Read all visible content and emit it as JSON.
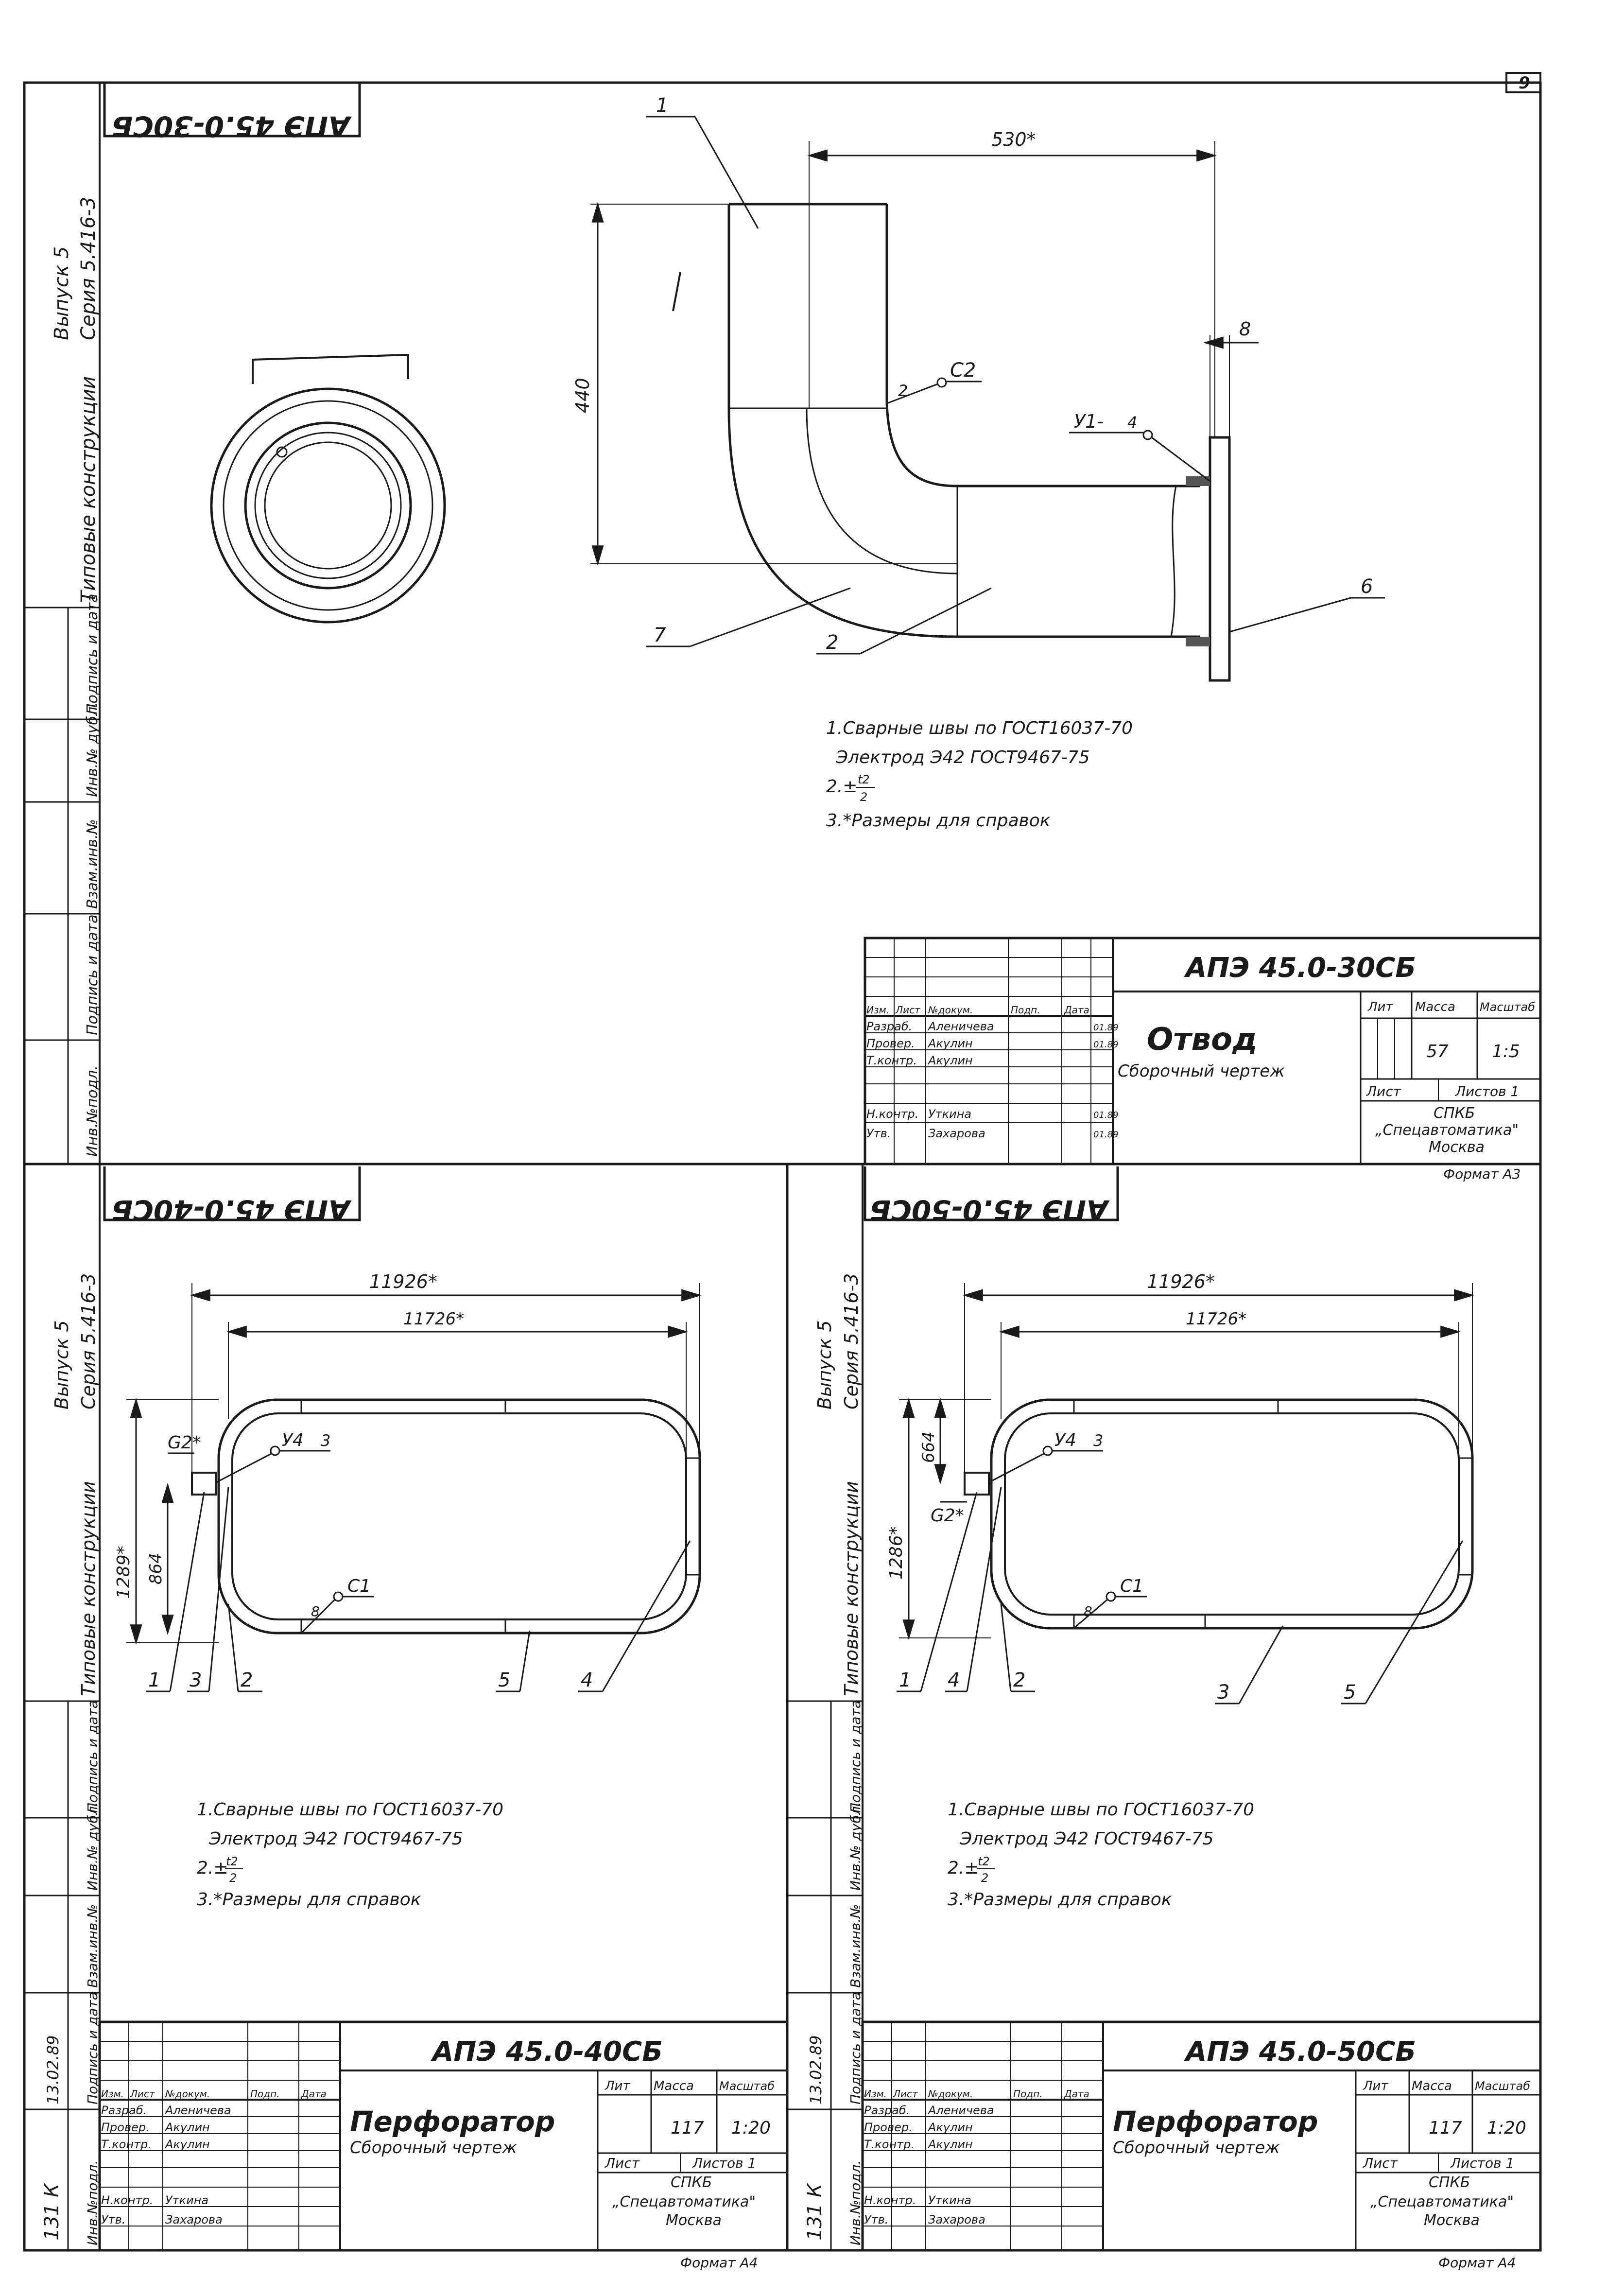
{
  "page_number": "9",
  "side_strip": {
    "series": "Серия 5.416-3",
    "issue": "Выпуск 5",
    "typical": "Типовые конструкции",
    "cells": [
      "Подпись и дата",
      "Инв.№ дубл.",
      "Взам.инв.№",
      "Подпись и дата",
      "Инв.№подл."
    ]
  },
  "sheet_a3": {
    "code_stamp": "АПЭ 45.0-30СБ",
    "dims": {
      "width": "530*",
      "height": "440",
      "flange": "8"
    },
    "callouts": {
      "c2": "С2",
      "weld_size": "2",
      "y1": "У1-",
      "y1_size": "4",
      "item1": "1",
      "item2": "2",
      "item6": "6",
      "item7": "7"
    },
    "notes": [
      "1.Сварные швы по ГОСТ16037-70",
      "Электрод Э42 ГОСТ9467-75",
      "2.±",
      "3.*Размеры для справок"
    ],
    "note_frac": {
      "num": "t2",
      "den": "2"
    },
    "title_block": {
      "designation": "АПЭ 45.0-30СБ",
      "name": "Отвод",
      "doc_type": "Сборочный чертеж",
      "labels": {
        "izm": "Изм.",
        "list": "Лист",
        "doc": "№докум.",
        "sign": "Подп.",
        "date": "Дата",
        "lit": "Лит",
        "mass": "Масса",
        "scale": "Масштаб",
        "sheet": "Лист",
        "sheets": "Листов 1"
      },
      "roles": [
        {
          "role": "Разраб.",
          "name": "Аленичева",
          "date": "01.89"
        },
        {
          "role": "Провер.",
          "name": "Акулин",
          "date": "01.89"
        },
        {
          "role": "Т.контр.",
          "name": "Акулин",
          "date": ""
        },
        {
          "role": "Н.контр.",
          "name": "Уткина",
          "date": "01.89"
        },
        {
          "role": "Утв.",
          "name": "Захарова",
          "date": "01.89"
        }
      ],
      "mass": "57",
      "scale": "1:5",
      "org": [
        "СПКБ",
        "„Спецавтоматика\"",
        "Москва"
      ],
      "format": "Формат А3"
    }
  },
  "sheet_b": {
    "code_stamp": "АПЭ 45.0-40СБ",
    "dims": {
      "outer": "11926*",
      "inner": "11726*",
      "height": "1289*",
      "part": "864",
      "g": "G2*"
    },
    "callouts": {
      "y4": "У4",
      "y4_size": "3",
      "c1": "С1",
      "weld": "8"
    },
    "items": [
      "1",
      "3",
      "2",
      "5",
      "4"
    ],
    "notes": [
      "1.Сварные швы по ГОСТ16037-70",
      "Электрод Э42 ГОСТ9467-75",
      "2.±",
      "3.*Размеры для справок"
    ],
    "note_frac": {
      "num": "t2",
      "den": "2"
    },
    "stamp_side": {
      "date": "13.02.89",
      "inv": "131 К"
    },
    "title_block": {
      "designation": "АПЭ 45.0-40СБ",
      "name": "Перфоратор",
      "doc_type": "Сборочный чертеж",
      "mass": "117",
      "scale": "1:20",
      "sheets": "Листов 1",
      "org": [
        "СПКБ",
        "„Спецавтоматика\"",
        "Москва"
      ],
      "format": "Формат А4"
    }
  },
  "sheet_c": {
    "code_stamp": "АПЭ 45.0-50СБ",
    "dims": {
      "outer": "11926*",
      "inner": "11726*",
      "height": "1286*",
      "part": "664",
      "g": "G2*"
    },
    "callouts": {
      "y4": "У4",
      "y4_size": "3",
      "c1": "С1",
      "weld": "8"
    },
    "items": [
      "1",
      "4",
      "2",
      "3",
      "5"
    ],
    "notes": [
      "1.Сварные швы по ГОСТ16037-70",
      "Электрод Э42 ГОСТ9467-75",
      "2.±",
      "3.*Размеры для справок"
    ],
    "note_frac": {
      "num": "t2",
      "den": "2"
    },
    "stamp_side": {
      "date": "13.02.89",
      "inv": "131 К"
    },
    "title_block": {
      "designation": "АПЭ 45.0-50СБ",
      "name": "Перфоратор",
      "doc_type": "Сборочный чертеж",
      "mass": "117",
      "scale": "1:20",
      "sheets": "Листов 1",
      "org": [
        "СПКБ",
        "„Спецавтоматика\"",
        "Москва"
      ],
      "format": "Формат А4"
    }
  }
}
